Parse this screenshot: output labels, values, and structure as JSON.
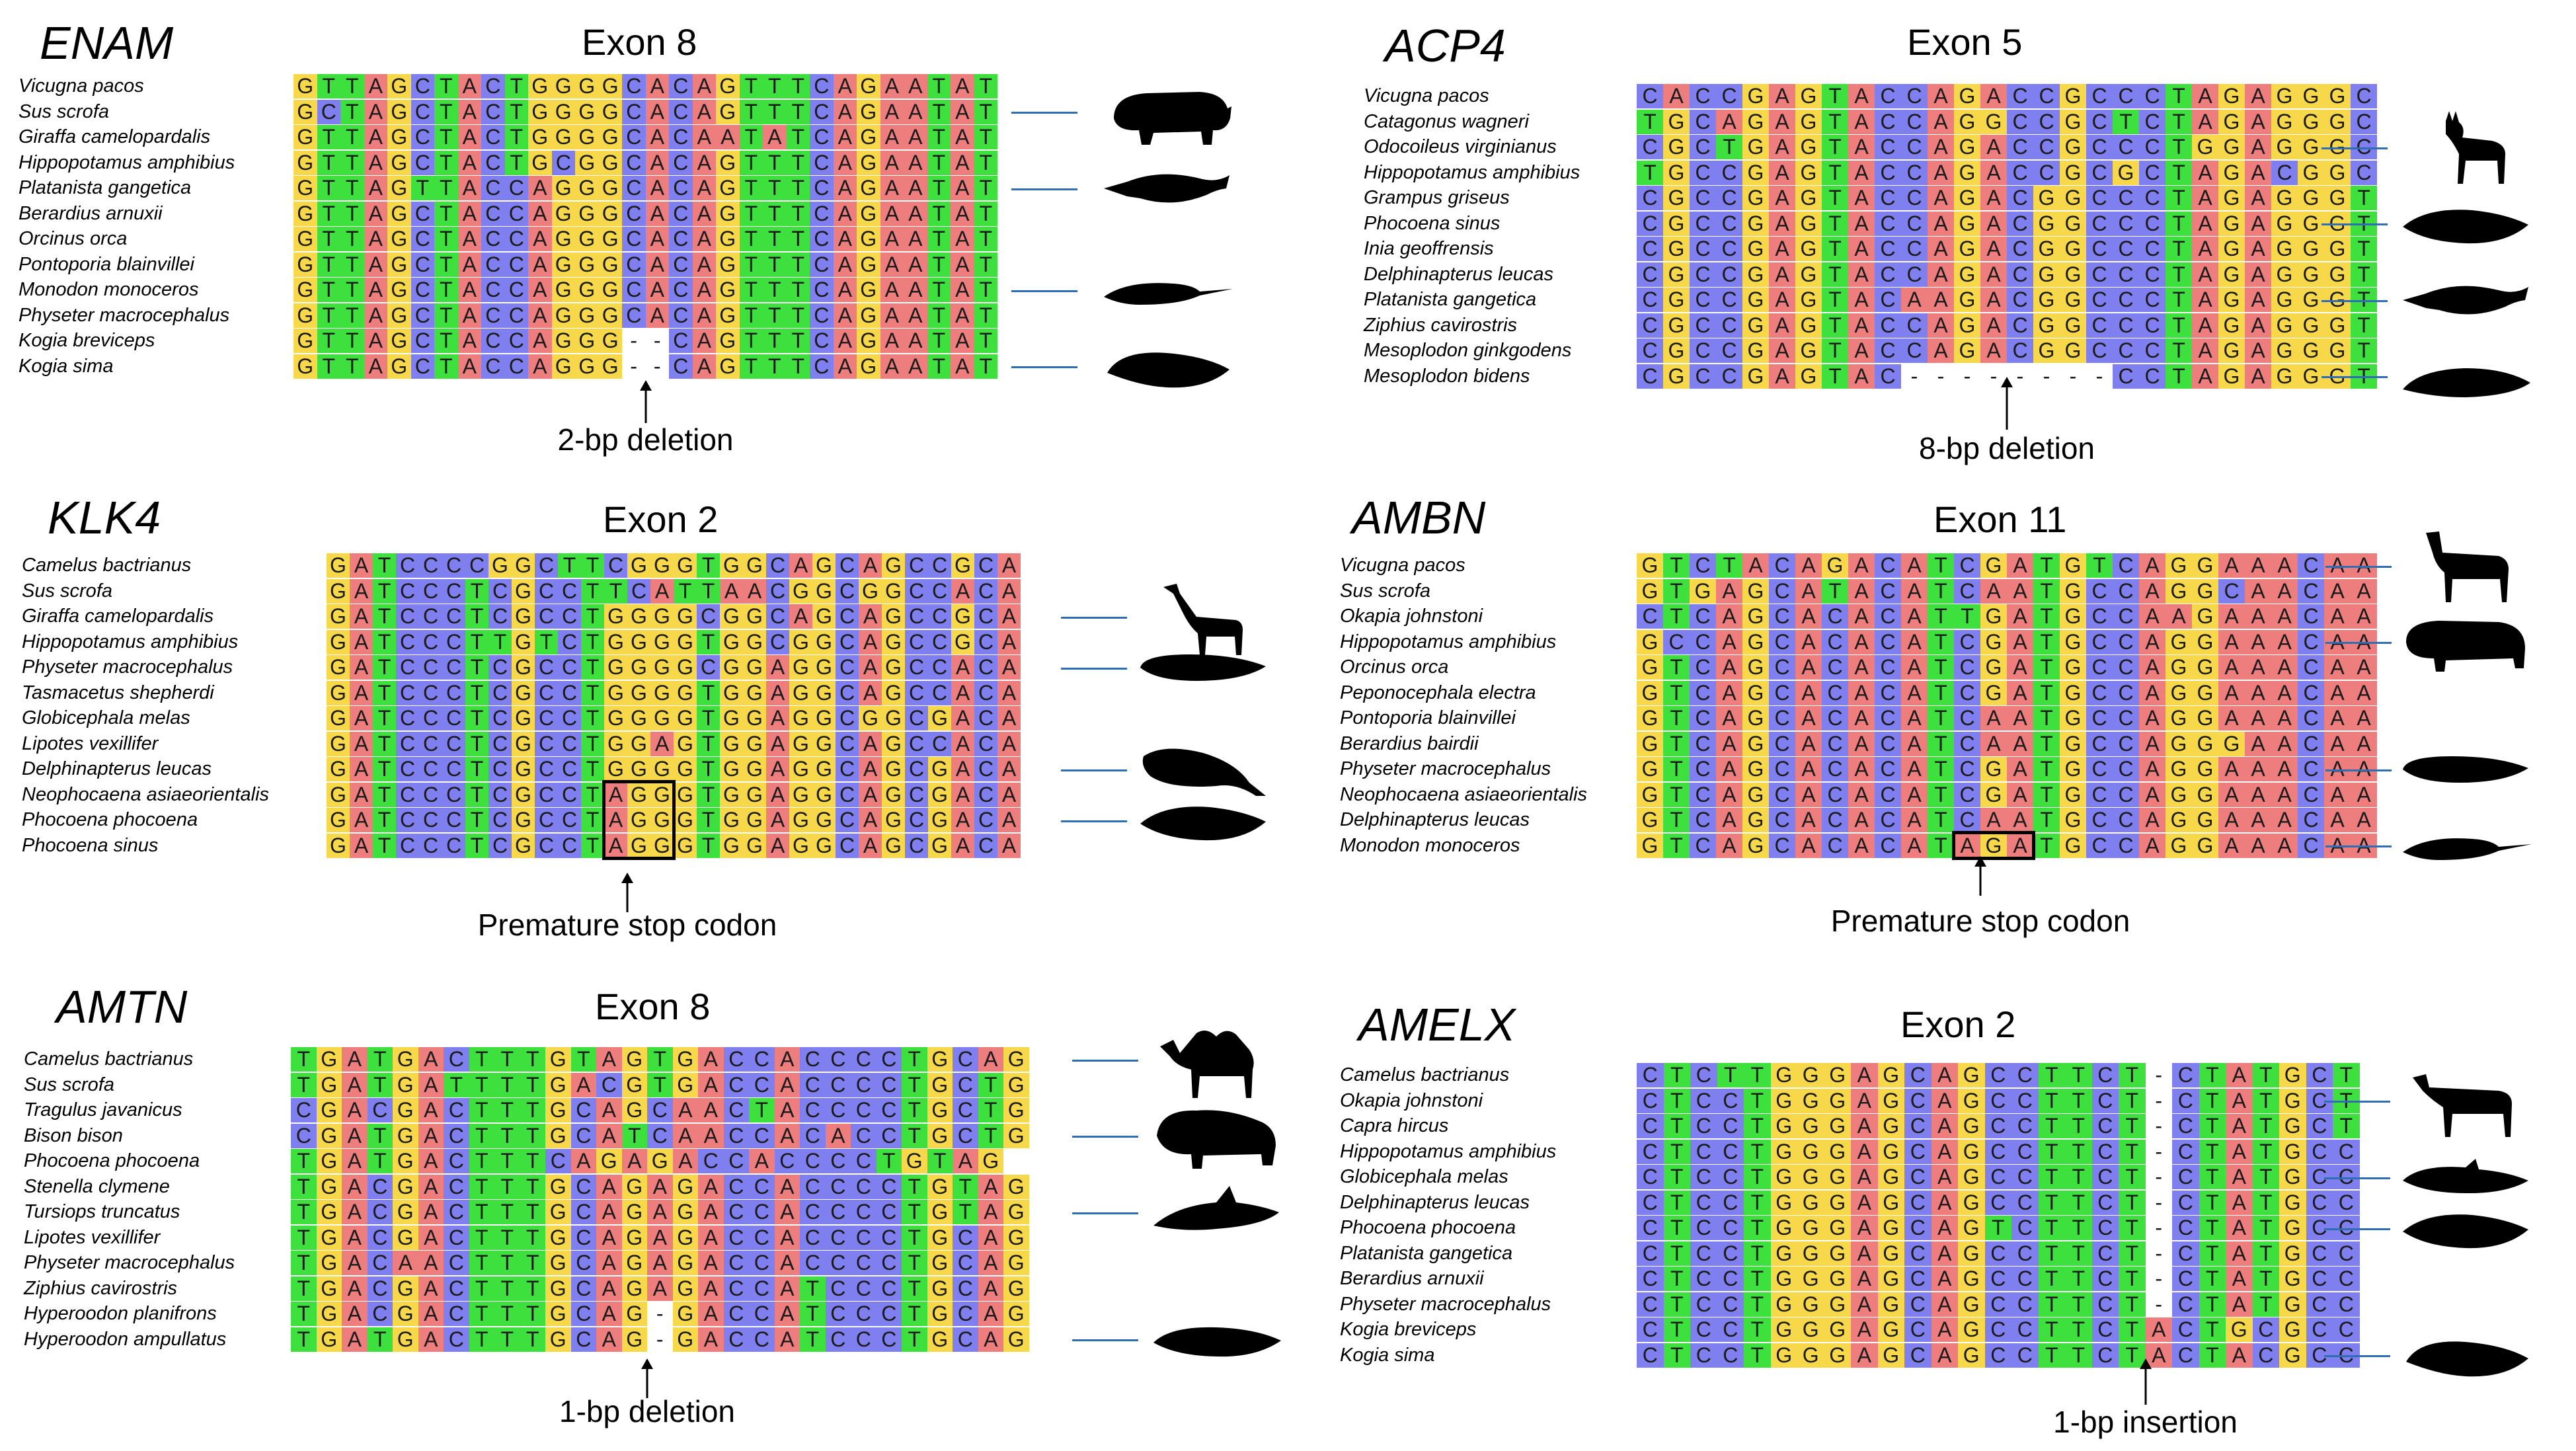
{
  "colors": {
    "A": "#ee7d7d",
    "C": "#7f7fef",
    "G": "#f7d84a",
    "T": "#3ee03e",
    "gap": "#ffffff",
    "leader": "#2f6db5",
    "silhouette": "#000000"
  },
  "panels": [
    {
      "id": "enam",
      "gene": "ENAM",
      "exon": "Exon 8",
      "species": [
        "Vicugna pacos",
        "Sus scrofa",
        "Giraffa camelopardalis",
        "Hippopotamus amphibius",
        "Platanista gangetica",
        "Berardius arnuxii",
        "Orcinus orca",
        "Pontoporia blainvillei",
        "Monodon monoceros",
        "Physeter macrocephalus",
        "Kogia breviceps",
        "Kogia sima"
      ],
      "sequences": [
        "GTTAGCTACTGGGGCACAGTTTCAGAATAT",
        "GCTAGCTACTGGGGCACAGTTTCAGAATAT",
        "GTTAGCTACTGGGGCACAATATCAGAATAT",
        "GTTAGCTACTGCGGCACAGTTTCAGAATAT",
        "GTTAGTTACCAGGGCACAGTTTCAGAATAT",
        "GTTAGCTACCAGGGCACAGTTTCAGAATAT",
        "GTTAGCTACCAGGGCACAGTTTCAGAATAT",
        "GTTAGCTACCAGGGCACAGTTTCAGAATAT",
        "GTTAGCTACCAGGGCACAGTTTCAGAATAT",
        "GTTAGCTACCAGGGCACAGTTTCAGAATAT",
        "GTTAGCTACCAGGG--CAGTTTCAGAATAT",
        "GTTAGCTACCAGGG--CAGTTTCAGAATAT"
      ],
      "annotation": "2-bp deletion",
      "animals": [
        {
          "name": "pig-silhouette-icon",
          "row": 1
        },
        {
          "name": "river-dolphin-silhouette-icon",
          "row": 4
        },
        {
          "name": "narwhal-silhouette-icon",
          "row": 8
        },
        {
          "name": "pygmy-sperm-whale-silhouette-icon",
          "row": 11
        }
      ]
    },
    {
      "id": "acp4",
      "gene": "ACP4",
      "exon": "Exon 5",
      "species": [
        "Vicugna pacos",
        "Catagonus wagneri",
        "Odocoileus virginianus",
        "Hippopotamus amphibius",
        "Grampus griseus",
        "Phocoena sinus",
        "Inia geoffrensis",
        "Delphinapterus leucas",
        "Platanista gangetica",
        "Ziphius cavirostris",
        "Mesoplodon ginkgodens",
        "Mesoplodon bidens"
      ],
      "sequences": [
        "CACCGAGTACCAGACCGCCCTAGAGGGC",
        "TGCAGAGTACCAGGCCGCTCTAGAGGGC",
        "CGCTGAGTACCAGACCGCCCTGGAGGGC",
        "TGCCGAGTACCAGACCGCGCTAGACGGC",
        "CGCCGAGTACCAGACGGCCCTAGAGGGT",
        "CGCCGAGTACCAGACGGCCCTAGAGGGT",
        "CGCCGAGTACCAGACGGCCCTAGAGGGT",
        "CGCCGAGTACCAGACGGCCCTAGAGGGT",
        "CGCCGAGTACAAGACGGCCCTAGAGGGT",
        "CGCCGAGTACCAGACGGCCCTAGAGGGT",
        "CGCCGAGTACCAGACGGCCCTAGAGGGT",
        "CGCCGAGTAC--------CCTAGAGGGT"
      ],
      "annotation": "8-bp deletion",
      "animals": [
        {
          "name": "deer-silhouette-icon",
          "row": 2
        },
        {
          "name": "porpoise-silhouette-icon",
          "row": 5
        },
        {
          "name": "river-dolphin-silhouette-icon",
          "row": 8
        },
        {
          "name": "beaked-whale-silhouette-icon",
          "row": 11
        }
      ]
    },
    {
      "id": "klk4",
      "gene": "KLK4",
      "exon": "Exon 2",
      "species": [
        "Camelus bactrianus",
        "Sus scrofa",
        "Giraffa camelopardalis",
        "Hippopotamus amphibius",
        "Physeter macrocephalus",
        "Tasmacetus shepherdi",
        "Globicephala melas",
        "Lipotes vexillifer",
        "Delphinapterus leucas",
        "Neophocaena asiaeorientalis",
        "Phocoena phocoena",
        "Phocoena sinus"
      ],
      "sequences": [
        "GATCCCCGGCTTCGGGTGGCAGCAGCCGCA",
        "GATCCCTCGCCTTCATTAACGGCGGCCACA",
        "GATCCCTCGCCTGGGGCGGCAGCAGCCGCA",
        "GATCCCTTGTCTGGGGTGGCGGCAGCCGCA",
        "GATCCCTCGCCTGGGGCGGAGGCAGCCACA",
        "GATCCCTCGCCTGGGGTGGAGGCAGCCACA",
        "GATCCCTCGCCTGGGGTGGAGGCGGCGACA",
        "GATCCCTCGCCTGGAGTGGAGGCAGCCACA",
        "GATCCCTCGCCTGGGGTGGAGGCAGCGACA",
        "GATCCCTCGCCTAGGGTGGAGGCAGCGACA",
        "GATCCCTCGCCTAGGGTGGAGGCAGCGACA",
        "GATCCCTCGCCTAGGGTGGAGGCAGCGACA"
      ],
      "annotation": "Premature stop codon",
      "animals": [
        {
          "name": "giraffe-silhouette-icon",
          "row": 2
        },
        {
          "name": "sperm-whale-silhouette-icon",
          "row": 4
        },
        {
          "name": "beluga-silhouette-icon",
          "row": 8
        },
        {
          "name": "porpoise-silhouette-icon",
          "row": 10
        }
      ]
    },
    {
      "id": "ambn",
      "gene": "AMBN",
      "exon": "Exon 11",
      "species": [
        "Vicugna pacos",
        "Sus scrofa",
        "Okapia johnstoni",
        "Hippopotamus amphibius",
        "Orcinus orca",
        "Peponocephala electra",
        "Pontoporia blainvillei",
        "Berardius bairdii",
        "Physeter macrocephalus",
        "Neophocaena asiaeorientalis",
        "Delphinapterus leucas",
        "Monodon monoceros"
      ],
      "sequences": [
        "GTCTACAGACATCGATGTCAGGAAACAA",
        "GTGAGCATACATCAATGCCAGGCAACAA",
        "CTCAGCACACATTGATGCCAAGAAACAA",
        "GCCAGCACACATCGATGCCAGGAAACAA",
        "GTCAGCACACATCGATGCCAGGAAACAA",
        "GTCAGCACACATCGATGCCAGGAAACAA",
        "GTCAGCACACATCAATGCCAGGAAACAA",
        "GTCAGCACACATCAATGCCAGGGAACAA",
        "GTCAGCACACATCGATGCCAGGAAACAA",
        "GTCAGCACACATCGATGCCAGGAAACAA",
        "GTCAGCACACATCAATGCCAGGAAACAA",
        "GTCAGCACACATAGATGCCAGGAAACAA"
      ],
      "annotation": "Premature stop codon",
      "animals": [
        {
          "name": "llama-silhouette-icon",
          "row": 0
        },
        {
          "name": "hippopotamus-silhouette-icon",
          "row": 3
        },
        {
          "name": "sperm-whale-silhouette-icon",
          "row": 8
        },
        {
          "name": "narwhal-silhouette-icon",
          "row": 11
        }
      ]
    },
    {
      "id": "amtn",
      "gene": "AMTN",
      "exon": "Exon 8",
      "species": [
        "Camelus bactrianus",
        "Sus scrofa",
        "Tragulus javanicus",
        "Bison bison",
        "Phocoena phocoena",
        "Stenella clymene",
        "Tursiops truncatus",
        "Lipotes vexillifer",
        "Physeter macrocephalus",
        "Ziphius cavirostris",
        "Hyperoodon planifrons",
        "Hyperoodon ampullatus"
      ],
      "sequences": [
        "TGATGACTTTGTAGTGACCACCCCTGCAG",
        "TGATGATTTTGACGTGACCACCCCTGCTG",
        "CGACGACTTTGCAGCAACTACCCCTGCTG",
        "CGATGACTTTGCATCAACCACACCTGCTG",
        "TGATGACTTTCAGAGACCACCCCTGTAG",
        "TGACGACTTTGCAGAGACCACCCCTGTAG",
        "TGACGACTTTGCAGAGACCACCCCTGTAG",
        "TGACGACTTTGCAGAGACCACCCCTGCAG",
        "TGACAACTTTGCAGAGACCACCCCTGCAG",
        "TGACGACTTTGCAGAGACCATCCCTGCAG",
        "TGACGACTTTGCAG-GACCATCCCTGCAG",
        "TGATGACTTTGCAG-GACCATCCCTGCAG"
      ],
      "annotation": "1-bp deletion",
      "animals": [
        {
          "name": "camel-silhouette-icon",
          "row": 0
        },
        {
          "name": "bison-silhouette-icon",
          "row": 3
        },
        {
          "name": "dolphin-silhouette-icon",
          "row": 6
        },
        {
          "name": "bottlenose-whale-silhouette-icon",
          "row": 11
        }
      ]
    },
    {
      "id": "amelx",
      "gene": "AMELX",
      "exon": "Exon 2",
      "species": [
        "Camelus bactrianus",
        "Okapia johnstoni",
        "Capra hircus",
        "Hippopotamus amphibius",
        "Globicephala melas",
        "Delphinapterus leucas",
        "Phocoena phocoena",
        "Platanista gangetica",
        "Berardius arnuxii",
        "Physeter macrocephalus",
        "Kogia breviceps",
        "Kogia sima"
      ],
      "sequences": [
        "CTCTTGGGAGCAGCCTTCT-CTATGCT",
        "CTCCTGGGAGCAGCCTTCT-CTATGCT",
        "CTCCTGGGAGCAGCCTTCT-CTATGCT",
        "CTCCTGGGAGCAGCCTTCT-CTATGCC",
        "CTCCTGGGAGCAGCCTTCT-CTATGCC",
        "CTCCTGGGAGCAGCCTTCT-CTATGCC",
        "CTCCTGGGAGCAGTCTTCT-CTATGCC",
        "CTCCTGGGAGCAGCCTTCT-CTATGCC",
        "CTCCTGGGAGCAGCCTTCT-CTATGCC",
        "CTCCTGGGAGCAGCCTTCT-CTATGCC",
        "CTCCTGGGAGCAGCCTTCTACTGCGCC",
        "CTCCTGGGAGCAGCCTTCTACTACGCC"
      ],
      "annotation": "1-bp insertion",
      "animals": [
        {
          "name": "okapi-silhouette-icon",
          "row": 1
        },
        {
          "name": "pilot-whale-silhouette-icon",
          "row": 4
        },
        {
          "name": "porpoise-silhouette-icon",
          "row": 6
        },
        {
          "name": "pygmy-sperm-whale-silhouette-icon",
          "row": 11
        }
      ]
    }
  ]
}
